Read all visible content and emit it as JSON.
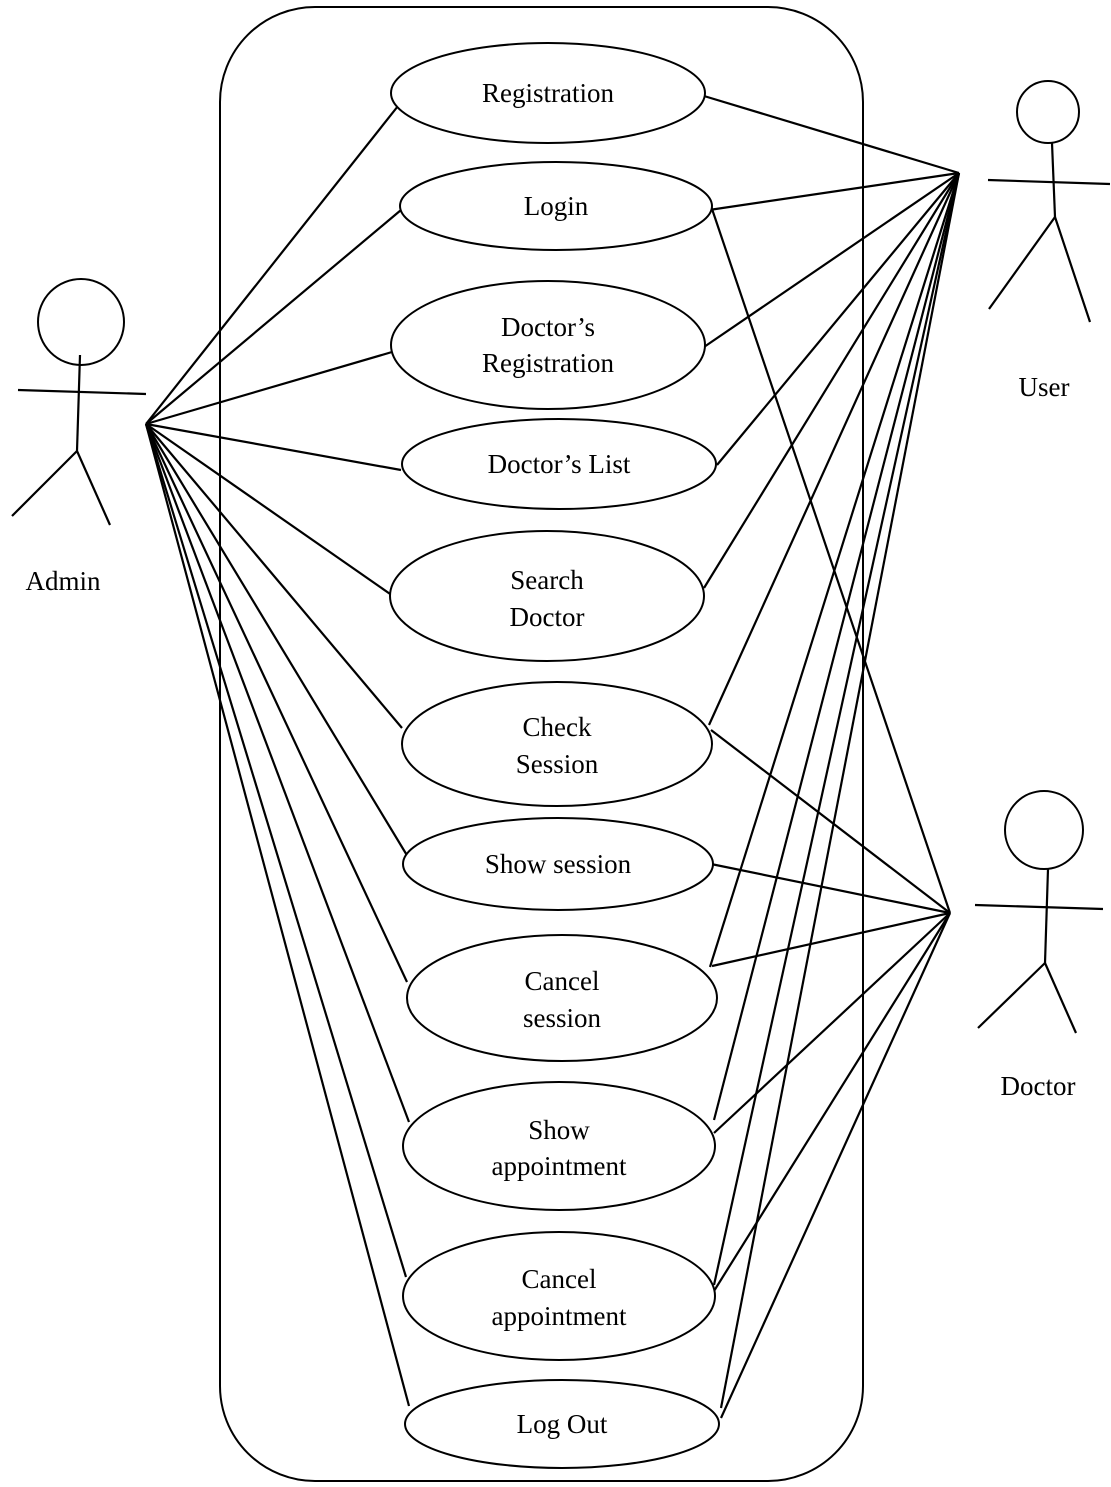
{
  "actors": {
    "admin": {
      "label": "Admin"
    },
    "user": {
      "label": "User"
    },
    "doctor": {
      "label": "Doctor"
    }
  },
  "use_cases": {
    "registration": [
      "Registration"
    ],
    "login": [
      "Login"
    ],
    "doctor_registration": [
      "Doctor’s",
      "Registration"
    ],
    "doctor_list": [
      "Doctor’s List"
    ],
    "search_doctor": [
      "Search",
      "Doctor"
    ],
    "check_session": [
      "Check",
      "Session"
    ],
    "show_session": [
      "Show session"
    ],
    "cancel_session": [
      "Cancel",
      "session"
    ],
    "show_appointment": [
      "Show",
      "appointment"
    ],
    "cancel_appointment": [
      "Cancel",
      "appointment"
    ],
    "log_out": [
      "Log Out"
    ]
  }
}
